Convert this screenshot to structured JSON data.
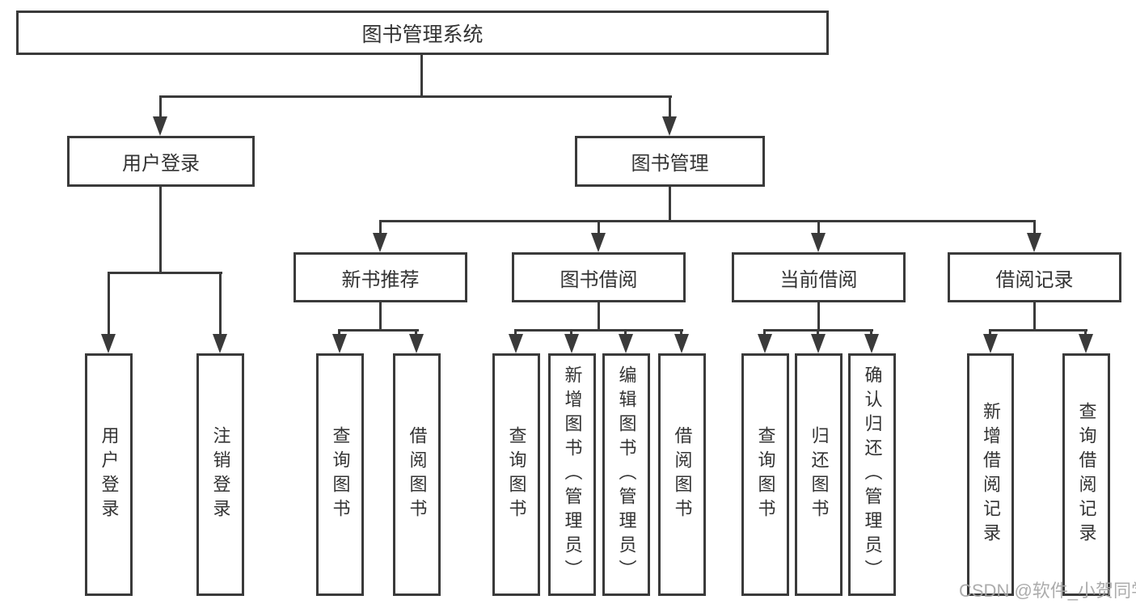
{
  "diagram": {
    "root": {
      "label": "图书管理系统"
    },
    "level2": [
      {
        "label": "用户登录"
      },
      {
        "label": "图书管理"
      }
    ],
    "level3": [
      {
        "label": "新书推荐"
      },
      {
        "label": "图书借阅"
      },
      {
        "label": "当前借阅"
      },
      {
        "label": "借阅记录"
      }
    ],
    "leaves": {
      "login": [
        {
          "label": "用户登录"
        },
        {
          "label": "注销登录"
        }
      ],
      "recommend": [
        {
          "label": "查询图书"
        },
        {
          "label": "借阅图书"
        }
      ],
      "borrow": [
        {
          "label": "查询图书"
        },
        {
          "label": "新增图书（管理员）"
        },
        {
          "label": "编辑图书（管理员）"
        },
        {
          "label": "借阅图书"
        }
      ],
      "current": [
        {
          "label": "查询图书"
        },
        {
          "label": "归还图书"
        },
        {
          "label": "确认归还（管理员）"
        }
      ],
      "records": [
        {
          "label": "新增借阅记录"
        },
        {
          "label": "查询借阅记录"
        }
      ]
    }
  },
  "watermark": {
    "text": "CSDN @软件_小贺同学"
  },
  "colors": {
    "line": "#3a3a3a",
    "text": "#333333",
    "watermark": "#a5a5a5",
    "background": "#ffffff"
  }
}
